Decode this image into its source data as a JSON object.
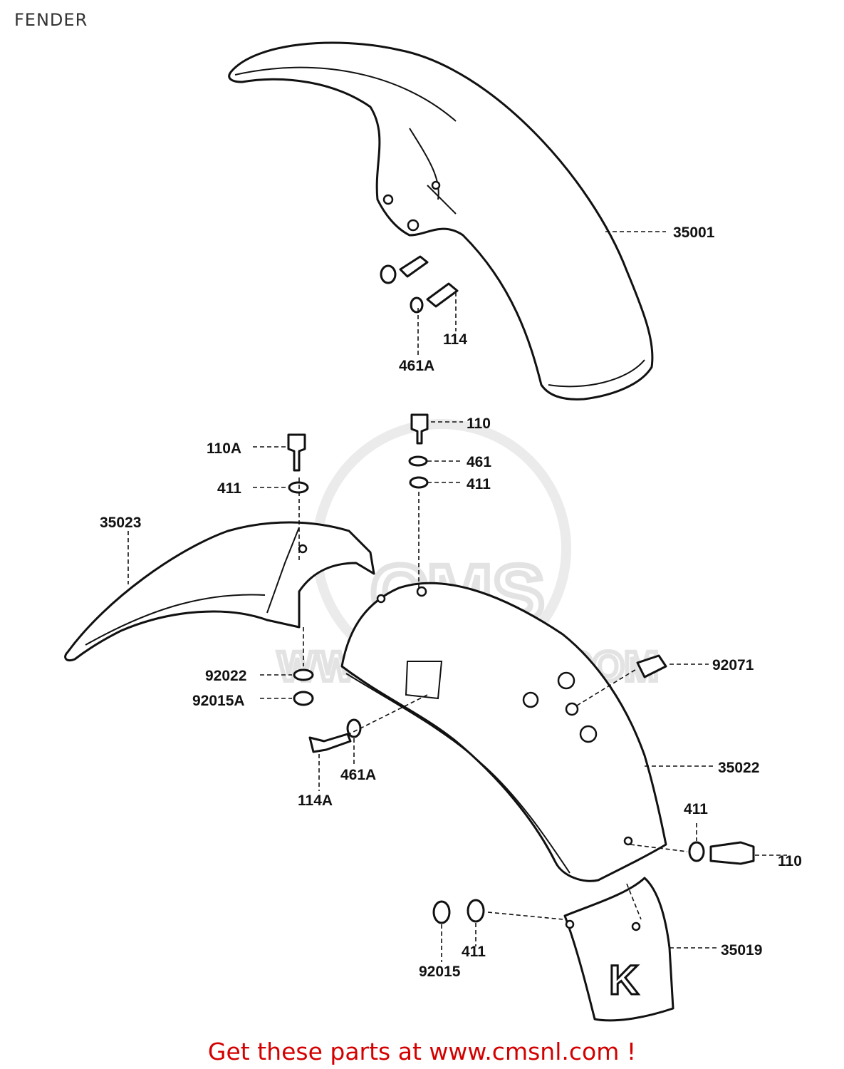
{
  "title": "FENDER",
  "watermark": {
    "logo": "CMS",
    "url": "WWW.CMSNL.COM"
  },
  "callouts": {
    "c35001": "35001",
    "c114": "114",
    "c461A_top": "461A",
    "c110_top": "110",
    "c461": "461",
    "c411_top_right": "411",
    "c110A": "110A",
    "c411_top_left": "411",
    "c35023": "35023",
    "c92022": "92022",
    "c92015A": "92015A",
    "c461A_mid": "461A",
    "c114A": "114A",
    "c92071": "92071",
    "c35022": "35022",
    "c411_rear": "411",
    "c110_rear": "110",
    "c92015": "92015",
    "c411_bottom": "411",
    "c35019": "35019"
  },
  "flap_letter": "K",
  "footer_link": "Get these parts at www.cmsnl.com !",
  "colors": {
    "link": "#d40000",
    "lines": "#111111",
    "watermark": "#e3e3e3"
  }
}
